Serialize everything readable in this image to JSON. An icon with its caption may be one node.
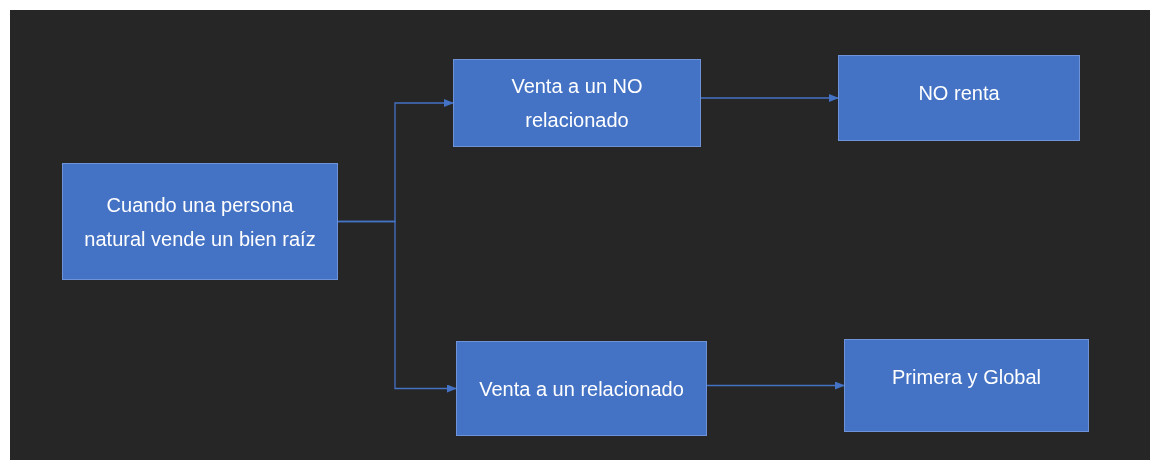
{
  "diagram": {
    "nodes": [
      {
        "text": [
          "Cuando una persona natural vende un bien raíz"
        ]
      },
      {
        "text": [
          "Venta a un NO relacionado"
        ]
      },
      {
        "text": [
          "NO renta"
        ]
      },
      {
        "text": [
          "Venta a un relacionado"
        ]
      },
      {
        "text": [
          "Primera y Global"
        ]
      }
    ],
    "edges": [
      {
        "from": 0,
        "to": 1,
        "arrow": "to"
      },
      {
        "from": 0,
        "to": 3,
        "arrow": "to"
      },
      {
        "from": 1,
        "to": 2,
        "arrow": "to"
      },
      {
        "from": 3,
        "to": 4,
        "arrow": "to"
      }
    ]
  }
}
